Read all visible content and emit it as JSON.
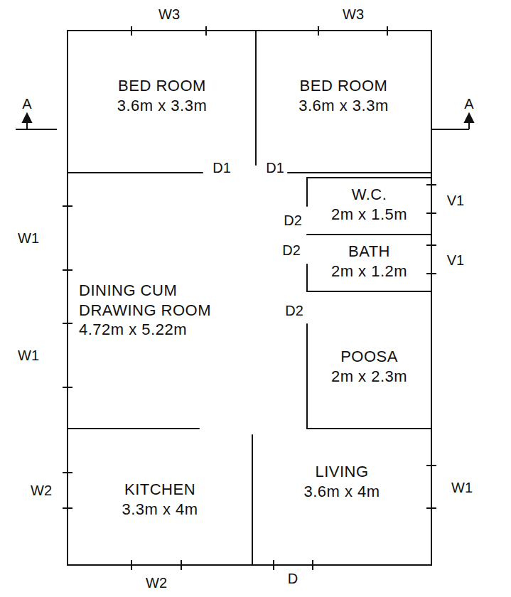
{
  "diagram": {
    "nodes": [
      {
        "text": [
          "BED ROOM",
          "3.6m x 3.3m"
        ]
      },
      {
        "text": [
          "BED ROOM",
          "3.6m x 3.3m"
        ]
      },
      {
        "text": [
          "DINING CUM DRAWING ROOM",
          "4.72m x 5.22m"
        ]
      },
      {
        "text": [
          "W.C.",
          "2m x 1.5m"
        ]
      },
      {
        "text": [
          "BATH",
          "2m x 1.2m"
        ]
      },
      {
        "text": [
          "POOSA",
          "2m x 2.3m"
        ]
      },
      {
        "text": [
          "KITCHEN",
          "3.3m x 4m"
        ]
      },
      {
        "text": [
          "LIVING",
          "3.6m x 4m"
        ]
      }
    ],
    "labels": [
      "W3",
      "W3",
      "A",
      "A",
      "D1",
      "D1",
      "V1",
      "D2",
      "D2",
      "V1",
      "W1",
      "D2",
      "W1",
      "W1",
      "W2",
      "W2",
      "D"
    ]
  }
}
